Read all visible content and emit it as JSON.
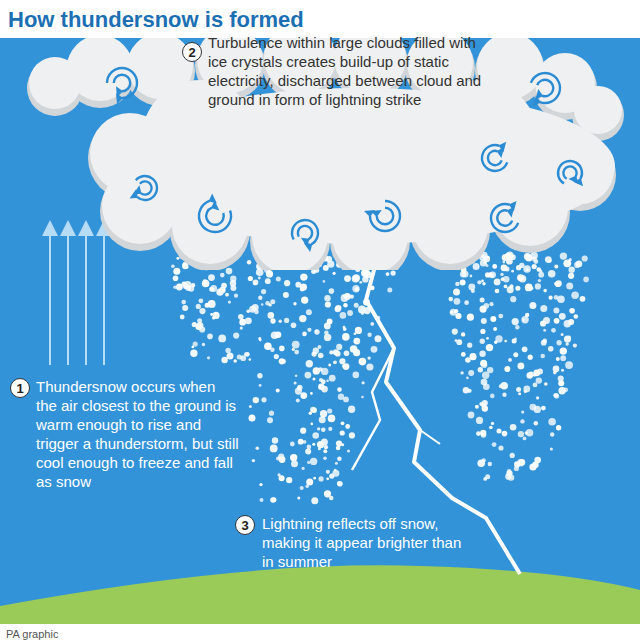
{
  "diagram": {
    "title": "How thundersnow is formed",
    "nodes": [
      {
        "text": [
          "Turbulence within large clouds filled with ice crystals creates build-up of static electricity, discharged between cloud and ground in form of lightning strike"
        ]
      },
      {
        "text": [
          "2"
        ],
        "in": 0
      },
      {
        "text": [
          "1"
        ]
      },
      {
        "text": [
          "3"
        ]
      }
    ],
    "labels": [
      "Thundersnow occurs when the air closest to the ground is warm enough to rise and trigger a thunderstorm, but still cool enough to freeze and fall as snow",
      "Lightning reflects off snow, making it appear brighter than in summer",
      "PA graphic"
    ]
  }
}
